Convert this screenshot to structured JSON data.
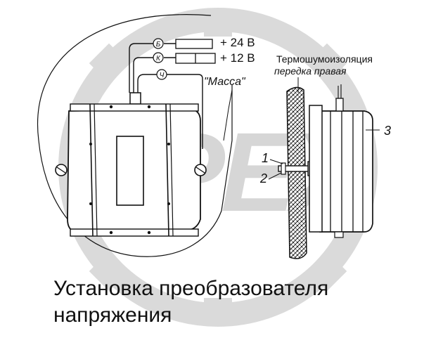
{
  "watermark": {
    "text": "OPEX",
    "color": "#dcdcdc",
    "icon": "gear-icon"
  },
  "terminals": [
    {
      "mark": "Б",
      "voltage": "+ 24 В"
    },
    {
      "mark": "К",
      "voltage": "+ 12 В"
    },
    {
      "mark": "Ч",
      "voltage": "\"Масса\""
    }
  ],
  "insulation_label": {
    "line1": "Термошумоизоляция",
    "line2": "передка правая"
  },
  "callouts": [
    "1",
    "2",
    "3"
  ],
  "caption": {
    "line1": "Установка преобразователя",
    "line2": "напряжения"
  }
}
